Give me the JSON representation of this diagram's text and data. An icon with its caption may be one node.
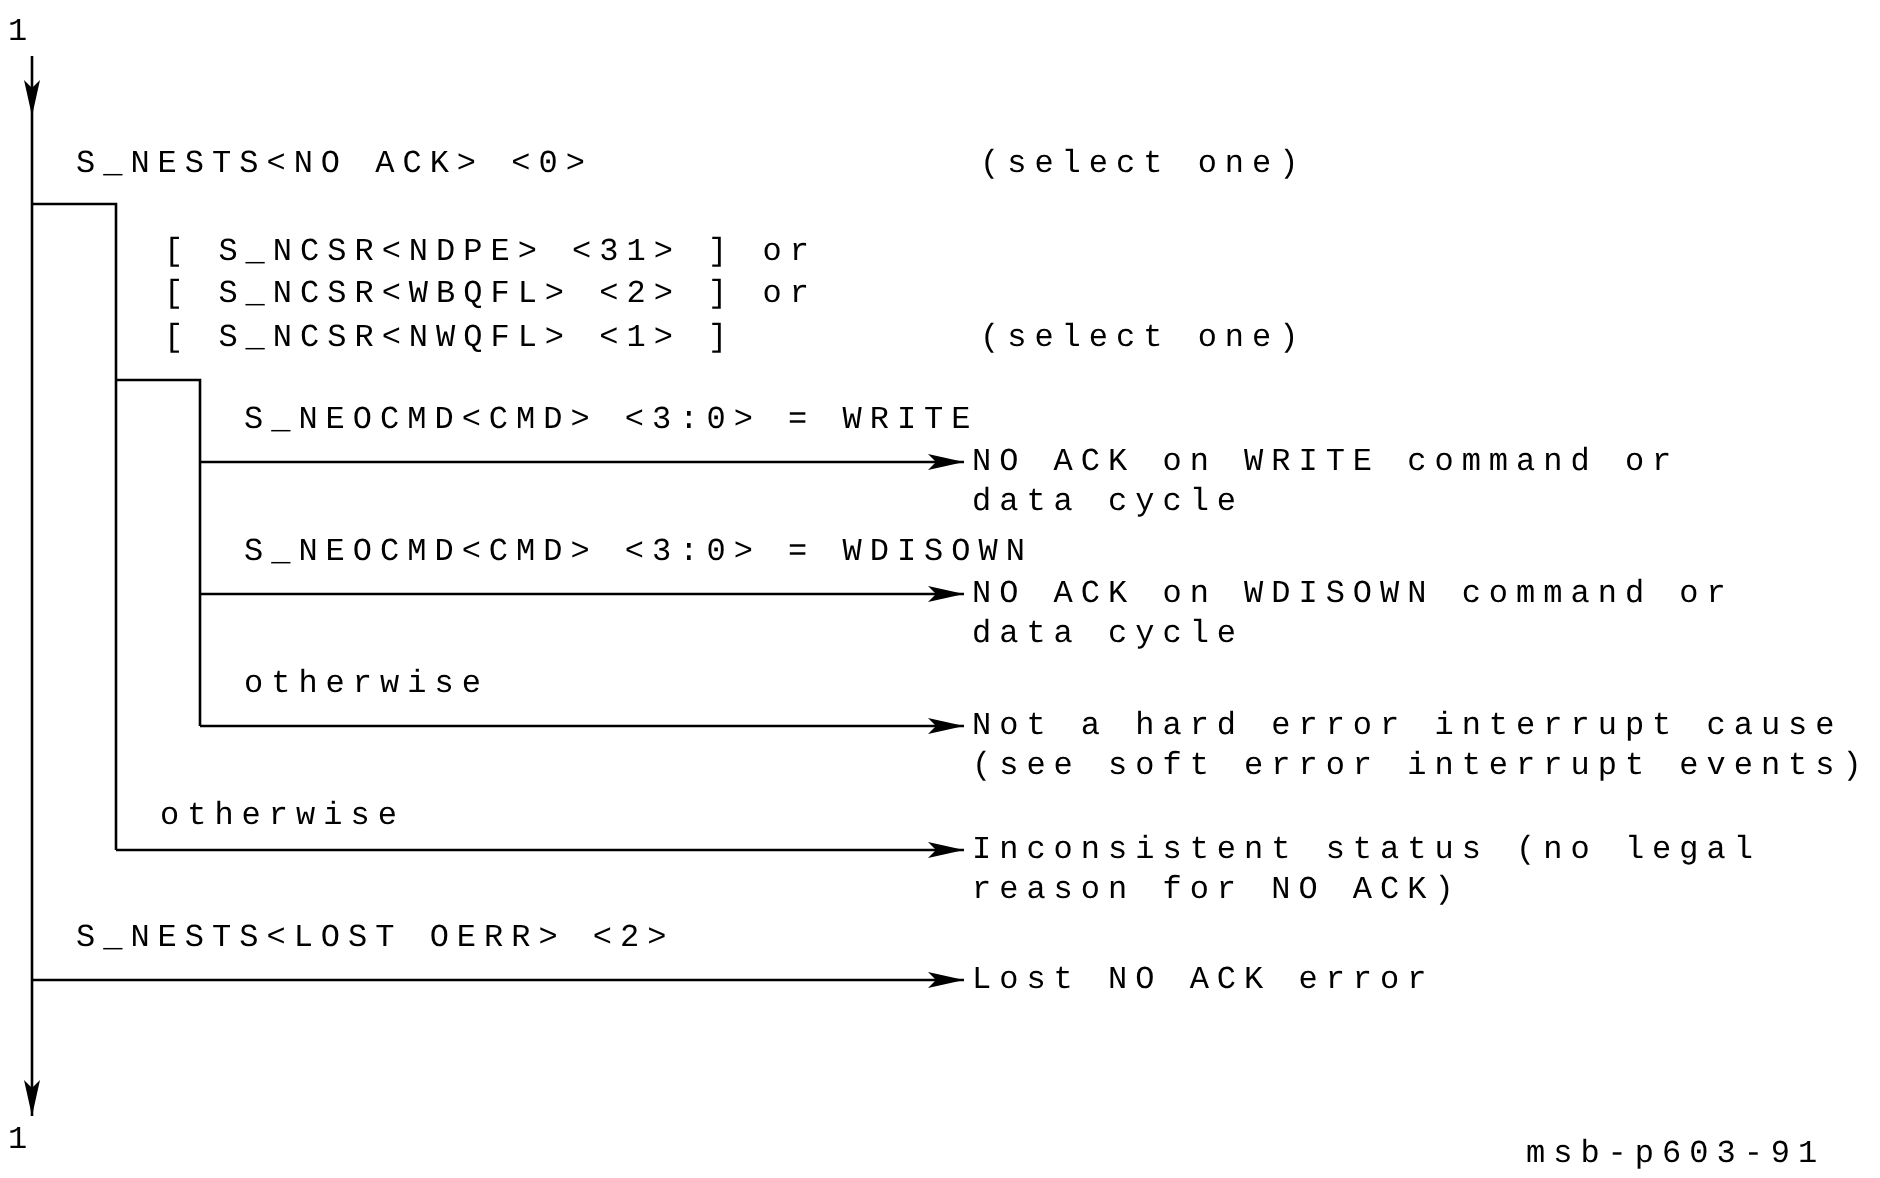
{
  "diagram": {
    "nodes": [
      {
        "text": [
          "1"
        ]
      },
      {
        "text": [
          "NO ACK on WRITE command or data cycle"
        ]
      },
      {
        "text": [
          "NO ACK on WDISOWN command or data cycle"
        ]
      },
      {
        "text": [
          "Not a hard error interrupt cause (see soft error interrupt events)"
        ]
      },
      {
        "text": [
          "Inconsistent status (no legal reason for NO ACK)"
        ]
      },
      {
        "text": [
          "Lost NO ACK error"
        ]
      },
      {
        "text": [
          "1"
        ]
      }
    ],
    "edges": [
      {
        "from": 0,
        "to": 6,
        "arrow": "to"
      },
      {
        "from": null,
        "to": 1,
        "arrow": "to",
        "label": "S_NEOCMD<CMD> <3:0> = WRITE"
      },
      {
        "from": null,
        "to": 2,
        "arrow": "to",
        "label": "S_NEOCMD<CMD> <3:0> = WDISOWN"
      },
      {
        "from": null,
        "to": 3,
        "arrow": "to",
        "label": "otherwise"
      },
      {
        "from": null,
        "to": 4,
        "arrow": "to",
        "label": "otherwise"
      },
      {
        "from": null,
        "to": 5,
        "arrow": "to",
        "label": "S_NESTS<LOST OERR> <2>"
      }
    ],
    "labels": [
      "S_NESTS<NO ACK> <0>",
      "(select one)",
      "[ S_NCSR<NDPE> <31> ] or",
      "[ S_NCSR<WBQFL> <2> ] or",
      "[ S_NCSR<NWQFL> <1> ]",
      "(select one)",
      "msb-p603-91"
    ]
  }
}
